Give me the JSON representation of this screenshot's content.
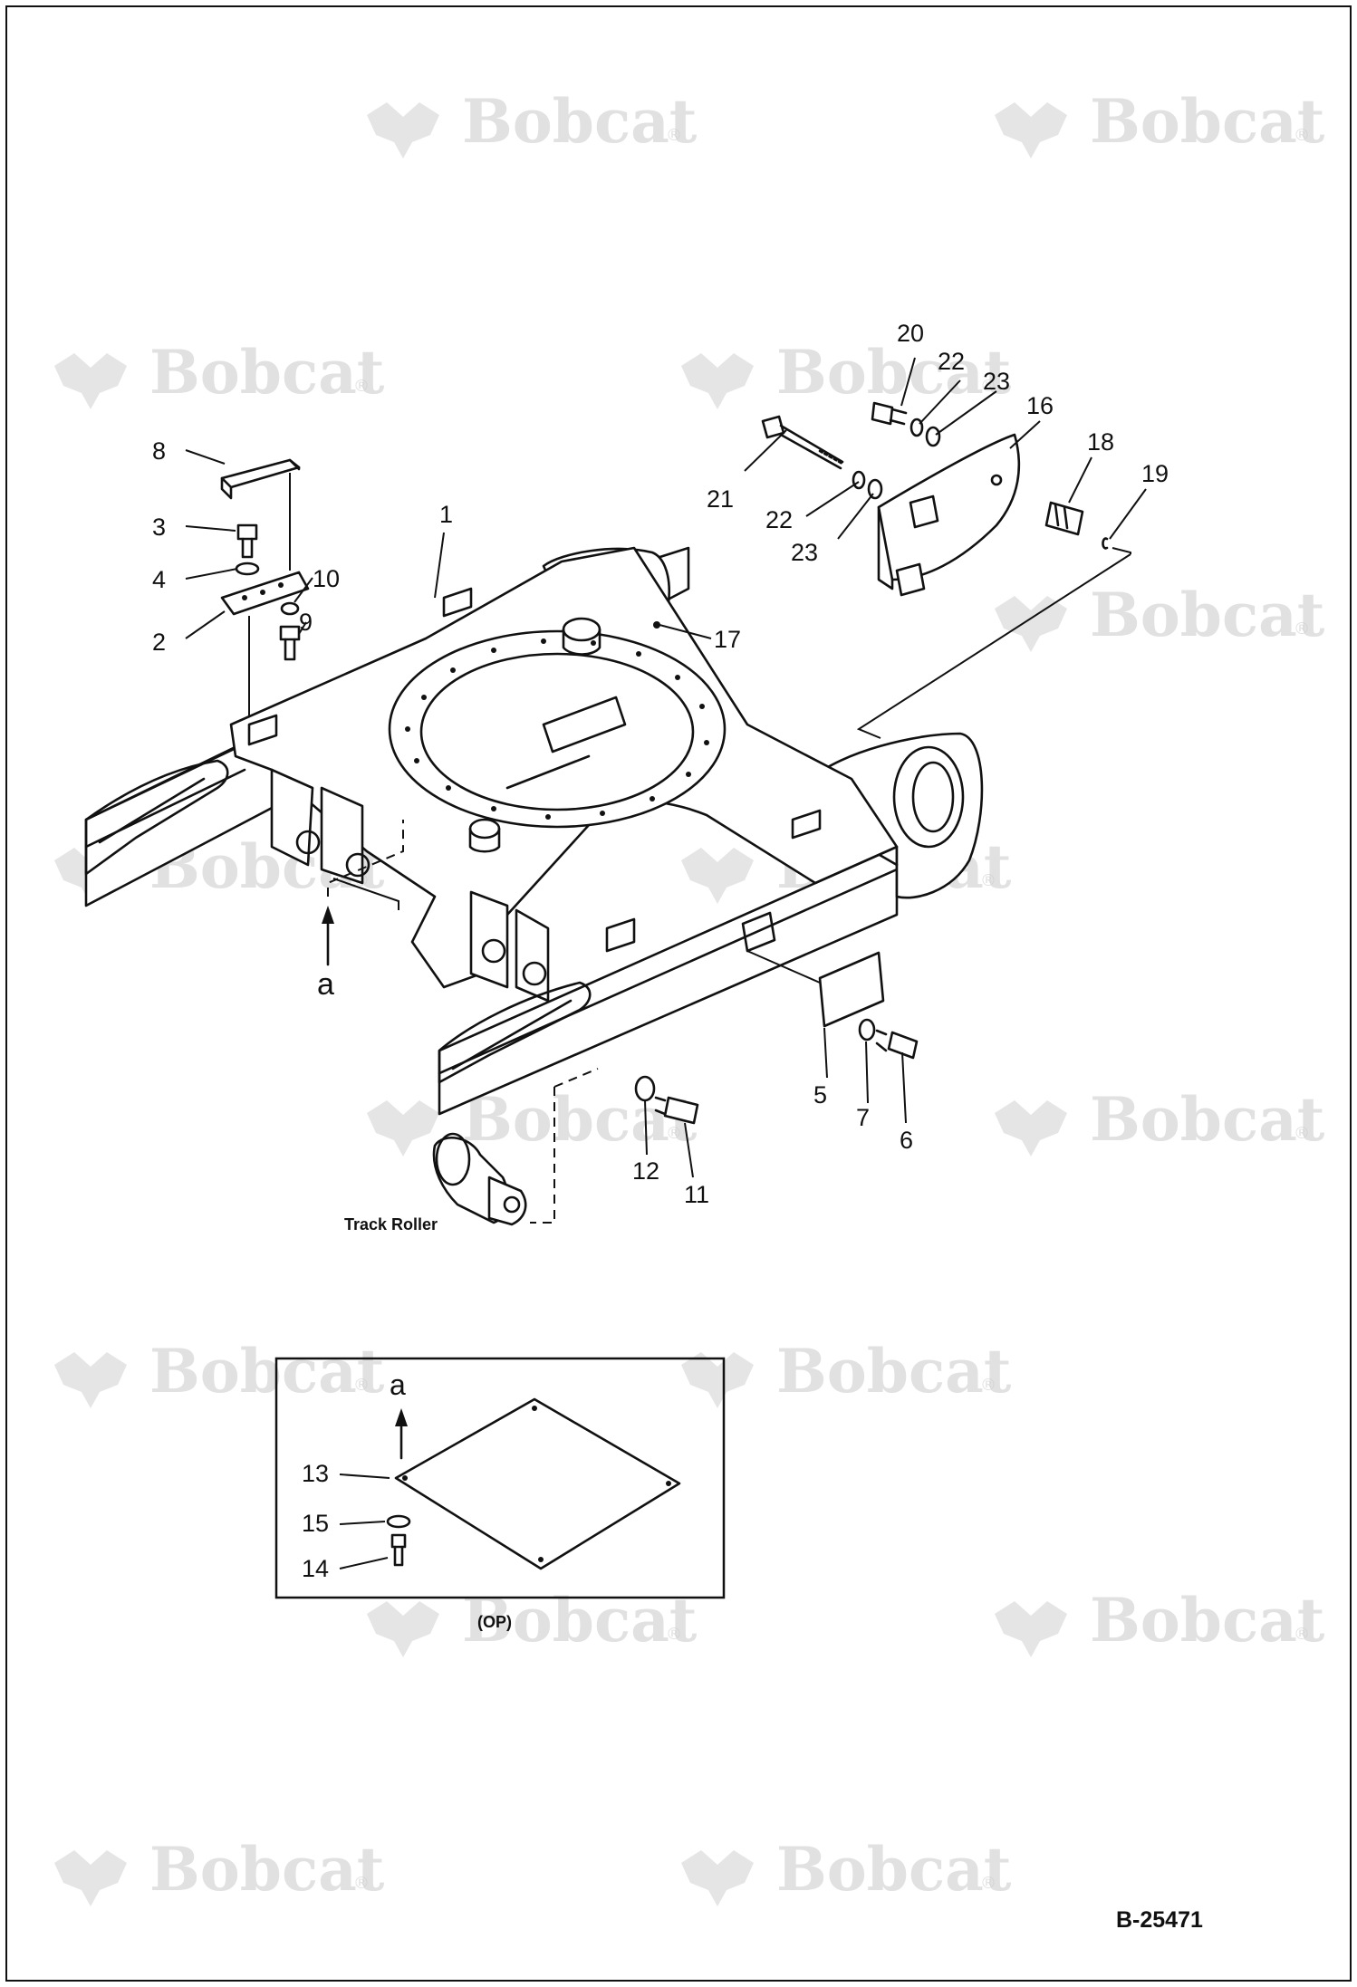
{
  "watermark": {
    "text": "Bobcat",
    "mark": "®"
  },
  "callouts": {
    "c1": "1",
    "c2": "2",
    "c3": "3",
    "c4": "4",
    "c5": "5",
    "c6": "6",
    "c7": "7",
    "c8": "8",
    "c9": "9",
    "c10": "10",
    "c11": "11",
    "c12": "12",
    "c13": "13",
    "c14": "14",
    "c15": "15",
    "c16": "16",
    "c17": "17",
    "c18": "18",
    "c19": "19",
    "c20": "20",
    "c21": "21",
    "c22a": "22",
    "c22b": "22",
    "c23a": "23",
    "c23b": "23"
  },
  "view_marker": "a",
  "labels": {
    "track_roller": "Track Roller",
    "optional": "(OP)"
  },
  "drawing_code": "B-25471"
}
